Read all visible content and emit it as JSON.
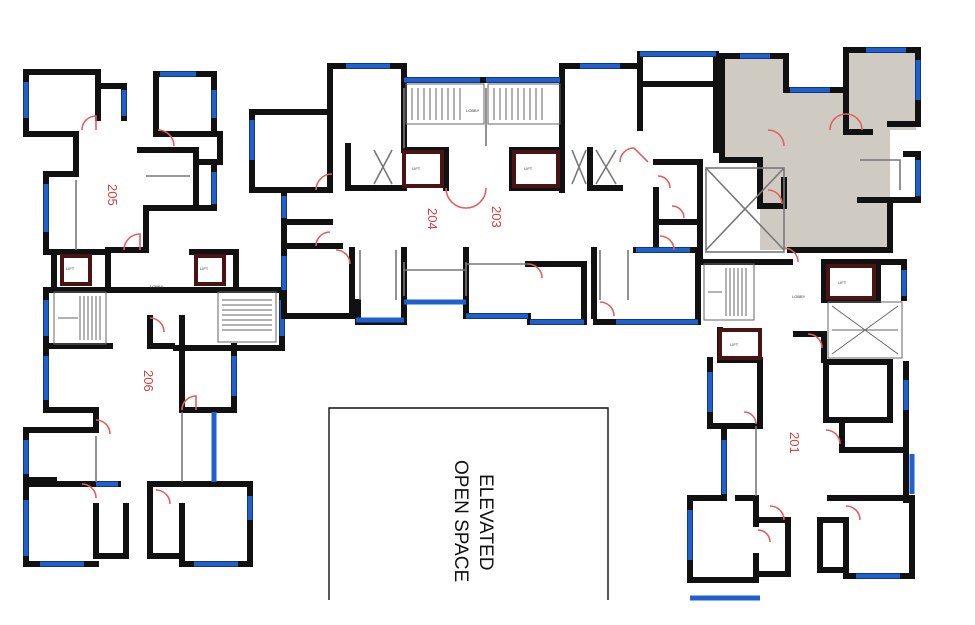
{
  "plan": {
    "units": [
      {
        "id": "201",
        "label": "201"
      },
      {
        "id": "203",
        "label": "203"
      },
      {
        "id": "204",
        "label": "204"
      },
      {
        "id": "205",
        "label": "205"
      },
      {
        "id": "206",
        "label": "206"
      }
    ],
    "open_space": {
      "line1": "ELEVATED",
      "line2": "OPEN SPACE"
    },
    "lobby_label": "LOBBY",
    "lift_label": "LIFT",
    "colors": {
      "wall": "#111111",
      "window": "#1f5fd0",
      "door": "#e06060",
      "shaded_area": "#cfcbc3"
    }
  }
}
